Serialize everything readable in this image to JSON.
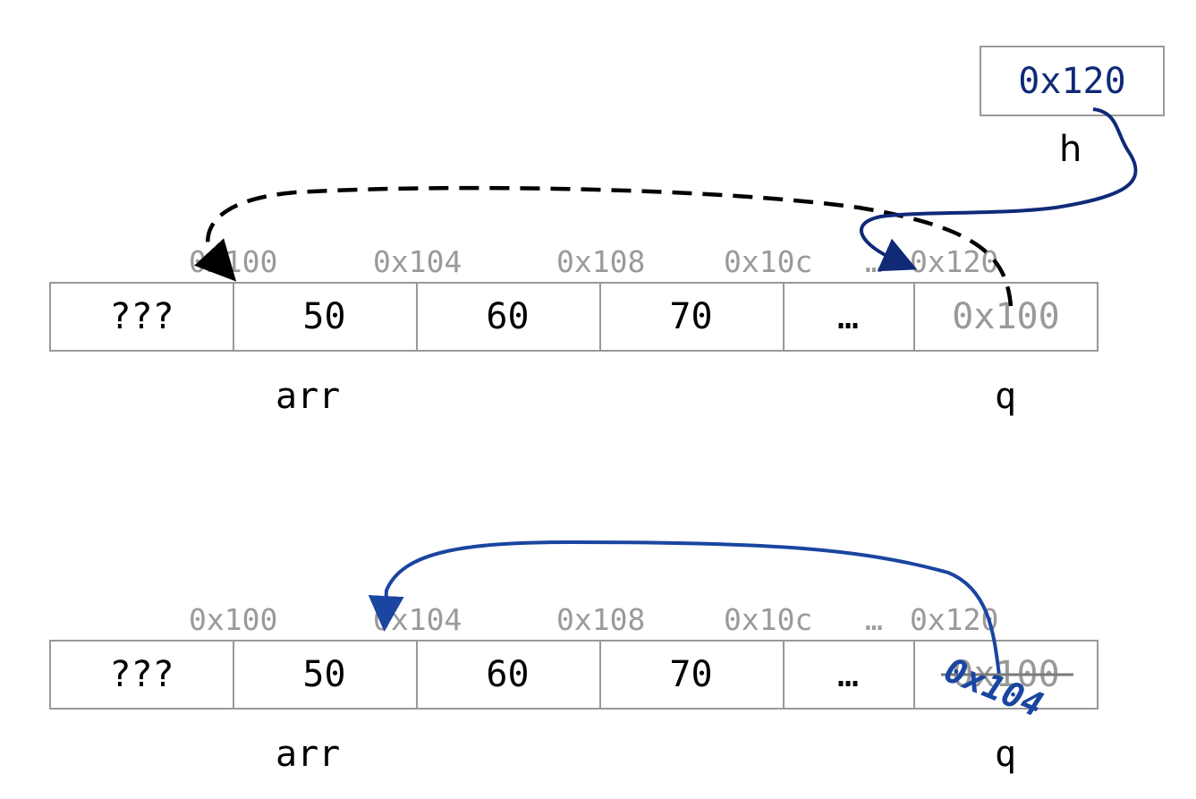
{
  "top": {
    "cells": [
      "???",
      "50",
      "60",
      "70",
      "…",
      "0x100"
    ],
    "addresses": [
      "0x100",
      "0x104",
      "0x108",
      "0x10c",
      "…",
      "0x120"
    ],
    "arr_label": "arr",
    "q_label": "q"
  },
  "h": {
    "value": "0x120",
    "label": "h"
  },
  "bottom": {
    "cells": [
      "???",
      "50",
      "60",
      "70",
      "…",
      "0x100"
    ],
    "addresses": [
      "0x100",
      "0x104",
      "0x108",
      "0x10c",
      "…",
      "0x120"
    ],
    "arr_label": "arr",
    "q_label": "q",
    "new_value": "0x104"
  },
  "colors": {
    "grid": "#999999",
    "pointer_dark": "#102a78",
    "pointer_blue": "#1a45a0",
    "address": "#9a9a9a"
  }
}
